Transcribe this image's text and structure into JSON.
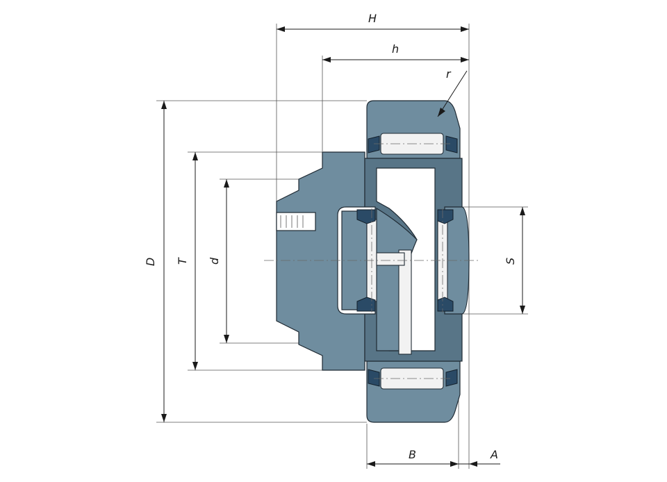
{
  "labels": {
    "H": "H",
    "h": "h",
    "r": "r",
    "D": "D",
    "T": "T",
    "d": "d",
    "S": "S",
    "B": "B",
    "A": "A"
  },
  "colors": {
    "part": "#6f8d9f",
    "part_dark": "#587587",
    "seal": "#2a4a66",
    "outline": "#1f2a33"
  }
}
